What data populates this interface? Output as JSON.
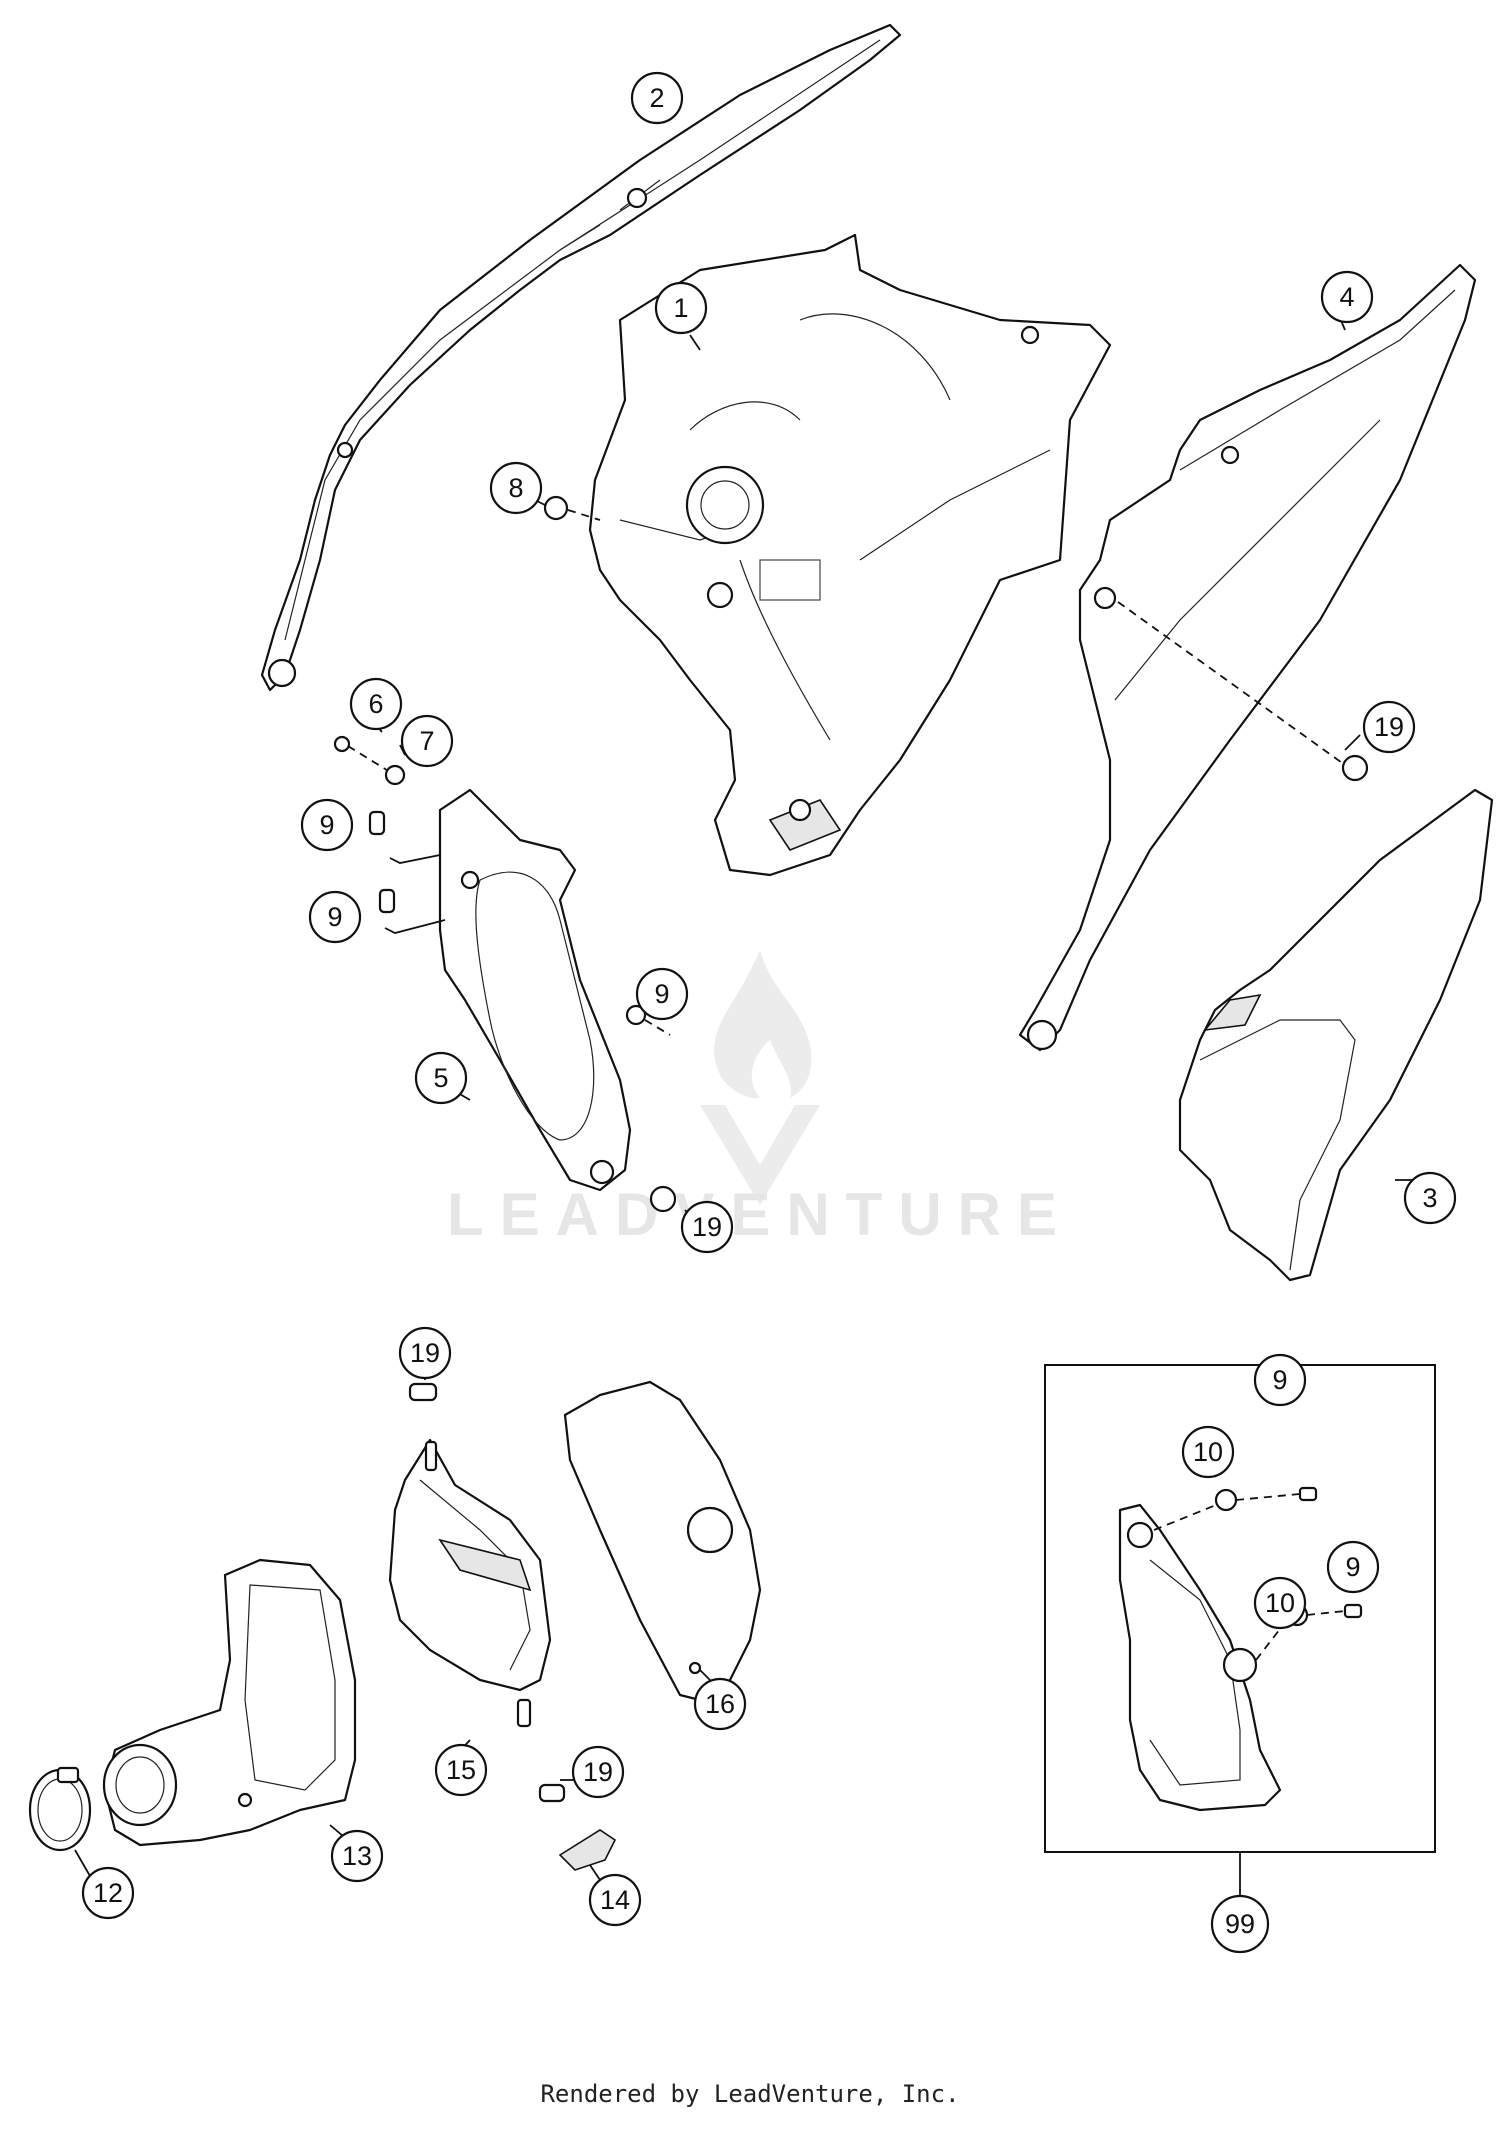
{
  "callouts": [
    {
      "id": "c1",
      "label": "1"
    },
    {
      "id": "c2",
      "label": "2"
    },
    {
      "id": "c3",
      "label": "3"
    },
    {
      "id": "c4",
      "label": "4"
    },
    {
      "id": "c5",
      "label": "5"
    },
    {
      "id": "c6",
      "label": "6"
    },
    {
      "id": "c7",
      "label": "7"
    },
    {
      "id": "c8",
      "label": "8"
    },
    {
      "id": "c9a",
      "label": "9"
    },
    {
      "id": "c9b",
      "label": "9"
    },
    {
      "id": "c9c",
      "label": "9"
    },
    {
      "id": "c9d",
      "label": "9"
    },
    {
      "id": "c9e",
      "label": "9"
    },
    {
      "id": "c10a",
      "label": "10"
    },
    {
      "id": "c10b",
      "label": "10"
    },
    {
      "id": "c12",
      "label": "12"
    },
    {
      "id": "c13",
      "label": "13"
    },
    {
      "id": "c14",
      "label": "14"
    },
    {
      "id": "c15",
      "label": "15"
    },
    {
      "id": "c16",
      "label": "16"
    },
    {
      "id": "c19a",
      "label": "19"
    },
    {
      "id": "c19b",
      "label": "19"
    },
    {
      "id": "c19c",
      "label": "19"
    },
    {
      "id": "c19d",
      "label": "19"
    },
    {
      "id": "c99",
      "label": "99"
    }
  ],
  "watermark": {
    "text": "LEADVENTURE"
  },
  "footer": {
    "text": "Rendered by LeadVenture, Inc."
  }
}
